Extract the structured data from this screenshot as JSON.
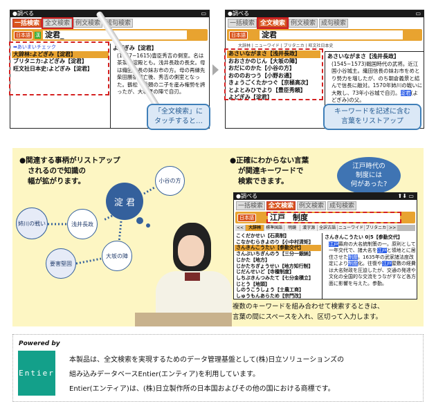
{
  "screen1": {
    "title": "●調べる",
    "tabs": [
      "一括検索",
      "全文検索",
      "例文検索",
      "成句検索"
    ],
    "active_tab": 0,
    "lang_badge": "日本語",
    "kanji_badge": "漢",
    "search_value": "淀君_",
    "fuzzy_link": "➡あいまいチェック",
    "results": [
      "大辞林:よどぎみ【淀君】",
      "ブリタニカ:よどぎみ【淀君】",
      "旺文社日本史:よどぎみ【淀君】"
    ],
    "detail_head": "よどぎみ【淀君】",
    "detail_body": "(1567−1615)豊臣秀吉の側室。名は茶茶。淀殿とも。浅井長政の長女。母は織田信長の妹お市の方。母の再縁先柴田勝家滅亡後、秀吉の側室となった。鶴松・秀頼の二子を産み権勢を誇ったが、大坂夏の陣で自刃。",
    "callout": [
      "「全文検索」に",
      "タッチすると…"
    ]
  },
  "screen2": {
    "title": "●調べる",
    "tabs": [
      "一括検索",
      "全文検索",
      "例文検索",
      "成句検索"
    ],
    "active_tab": 1,
    "lang_badge": "日本語",
    "search_value": "淀君",
    "dict_tabs": "大辞林 | ニューワイド | ブリタニカ | 旺文社日本史",
    "results": [
      "あさいながまさ【浅井長政】",
      "おおさかのじん【大坂の陣】",
      "おだにのかた【小谷の方】",
      "おののおつう【小野お通】",
      "きょうごくたかつぐ【京極高次】",
      "とよとみひでより【豊臣秀頼】",
      "よどぎみ【淀君】"
    ],
    "detail_head": "あさいながまさ【浅井長政】",
    "detail_body": "(1545−1573)戦国時代の武将。近江国小谷城主。織田信長の妹お市をめとり勢力を増したが、のち朝倉義景と結んで信長に敵対。1570年姉川の戦いに大敗し、73年小谷城で自刃。",
    "detail_hl": "淀君",
    "detail_tail": "(よどぎみ)の父。",
    "callout": [
      "キーワードを記述に含む",
      "言葉をリストアップ"
    ]
  },
  "panel_left": {
    "heading": [
      "●関連する事柄がリストアップ",
      "されるので知識の",
      "幅が拡がります。"
    ],
    "nodes": {
      "center": "淀 君",
      "odani": "小谷の方",
      "asai": "浅井長政",
      "anegawa": "姉川の戦い",
      "osaka": "大坂の陣",
      "yogai": "要害堅固"
    }
  },
  "panel_right": {
    "heading": [
      "●正確にわからない言葉",
      "が関連キーワードで",
      "検索できます。"
    ],
    "bubble": [
      "江戸時代の",
      "制度には",
      "何があった?"
    ],
    "screen": {
      "title": "●調べる",
      "status": "⬆⬇ ▭",
      "tabs": [
        "一括検索",
        "全文検索",
        "例文検索",
        "成句検索"
      ],
      "active_tab": 1,
      "lang_badge": "日本語",
      "search_value": "江戸　制度",
      "dict_tabs": [
        "<<",
        "大辞林",
        "標準国語",
        "明鏡",
        "漢字源",
        "全訳古語",
        "ニューワイド",
        "ブリタニカ",
        ">>"
      ],
      "results": [
        "こくだかせい【石高制】",
        "こなかむらきよのり【小中村清矩】",
        "さんきんこうたい【参勤交代】",
        "さんぶいちぎんのう【三分一銀納】",
        "じかた【地方】",
        "じかたちぎょうせい【地方知行制】",
        "じだんせいど【寺檀制度】",
        "しちぶきんつみたて【七分金積立】",
        "じとう【地頭】",
        "しのうこうしょう【士農工商】",
        "しゅうもんあらため【宗門改】"
      ],
      "selected": 2,
      "detail_head": "さんきんこうたい 0|5【参勤交代】",
      "detail_body": [
        [
          "江戸",
          "hl"
        ],
        [
          "幕府の大名統制策の一。原則として一年交代で、諸大名を",
          ""
        ],
        [
          "江戸",
          "hl"
        ],
        [
          "と領地とに居住させた",
          ""
        ],
        [
          "制度",
          "hl"
        ],
        [
          "。1635年の武家諸法度改定により",
          ""
        ],
        [
          "制度",
          "hl"
        ],
        [
          "化。往復や",
          ""
        ],
        [
          "江戸",
          "hl"
        ],
        [
          "屋敷の経費は大名財政を圧迫したが、交通の発達や文化の全国的な交流をうながすなど各方面に影響を与えた。参勤。",
          ""
        ]
      ]
    },
    "note": [
      "複数のキーワードを組み合わせて検索するときは、",
      "言葉の間にスペースを入れ、区切って入力します。"
    ]
  },
  "footer": {
    "powered_by": "Powered by",
    "logo_text": "Entier",
    "logo_color": "#13a08a",
    "lines": [
      "本製品は、全文検索を実現するためのデータ管理基盤として(株)日立ソリューションズの",
      "組み込みデータベースEntier(エンティア)を利用しています。",
      "Entier(エンティア)は、(株)日立製作所の日本国およびその他の国における商標です。"
    ]
  }
}
